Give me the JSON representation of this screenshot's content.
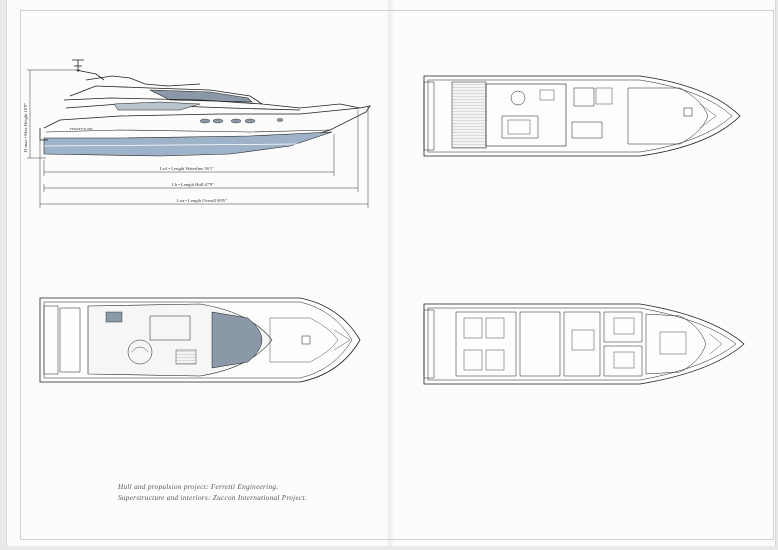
{
  "dimensions": {
    "height": "H max • Max Height 18'9\"",
    "waterline": "Lwl • Length Waterline 56'1\"",
    "hull": "Lh • Length Hull 67'9\"",
    "overall": "Loa • Length Overall 69'6\""
  },
  "hull_name": "FERRETTI 680",
  "credits": {
    "line1": "Hull and propulsion project: Ferretti Engineering.",
    "line2": "Superstructure and interiors: Zuccon International Project."
  },
  "colors": {
    "line": "#1e1e1e",
    "hull_fill": "#9fb3c8",
    "window_fill": "#8a98a8",
    "paper": "#fcfcfc"
  }
}
